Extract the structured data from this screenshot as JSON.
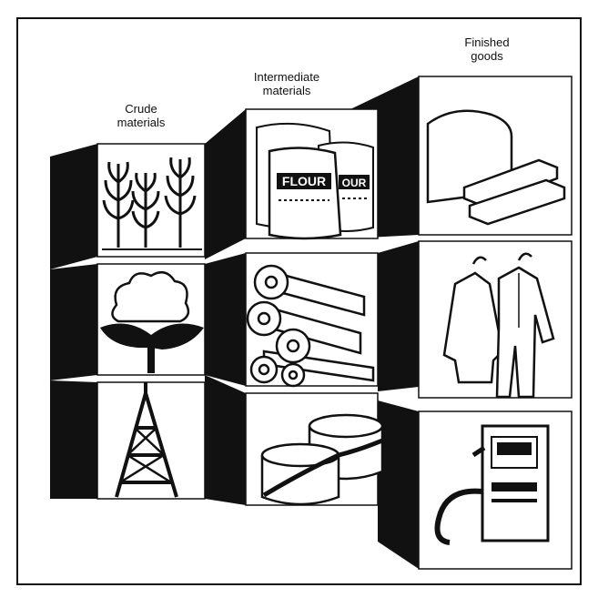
{
  "figure": {
    "columns": [
      {
        "id": "crude",
        "label_lines": [
          "Crude",
          "materials"
        ],
        "items": [
          "wheat-plants",
          "cotton-plant",
          "oil-derrick"
        ]
      },
      {
        "id": "intermediate",
        "label_lines": [
          "Intermediate",
          "materials"
        ],
        "items": [
          "flour-sacks",
          "fabric-rolls",
          "fuel-tanks"
        ]
      },
      {
        "id": "finished",
        "label_lines": [
          "Finished",
          "goods"
        ],
        "items": [
          "bread-loaf",
          "clothing",
          "gas-pump"
        ]
      }
    ],
    "sack_labels": [
      "FLOUR",
      "OUR"
    ],
    "colors": {
      "ink": "#111111",
      "paper": "#ffffff",
      "shade": "#222222"
    }
  }
}
